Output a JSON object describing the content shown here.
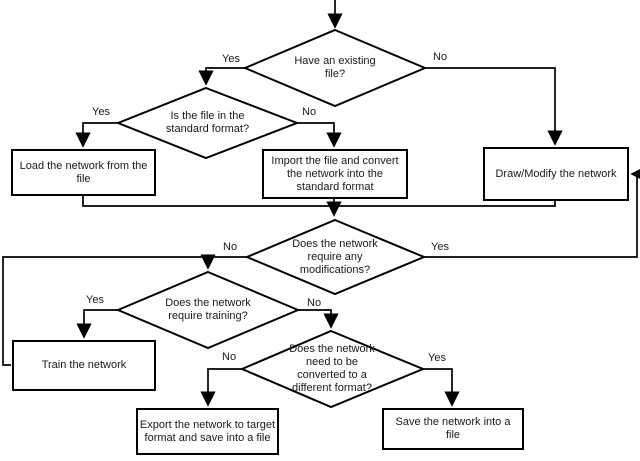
{
  "diagram": {
    "colors": {
      "line": "#000000",
      "background": "#ffffff",
      "text": "#1a1a1a"
    },
    "nodes": {
      "have_file": "Have an existing file?",
      "std_format": "Is the file in the standard format?",
      "load": "Load the network from the file",
      "import": "Import the file and convert the network into the standard format",
      "draw": "Draw/Modify the network",
      "modifications": "Does the network require any modifications?",
      "training": "Does the network require training?",
      "train": "Train the network",
      "convert": "Does the network need to be converted to a different format?",
      "export": "Export the network to target format and save into a file",
      "save": "Save the network into a file"
    },
    "edge_labels": {
      "have_file_yes": "Yes",
      "have_file_no": "No",
      "std_format_yes": "Yes",
      "std_format_no": "No",
      "modifications_yes": "Yes",
      "modifications_no": "No",
      "training_yes": "Yes",
      "training_no": "No",
      "convert_yes": "Yes",
      "convert_no": "No"
    }
  }
}
